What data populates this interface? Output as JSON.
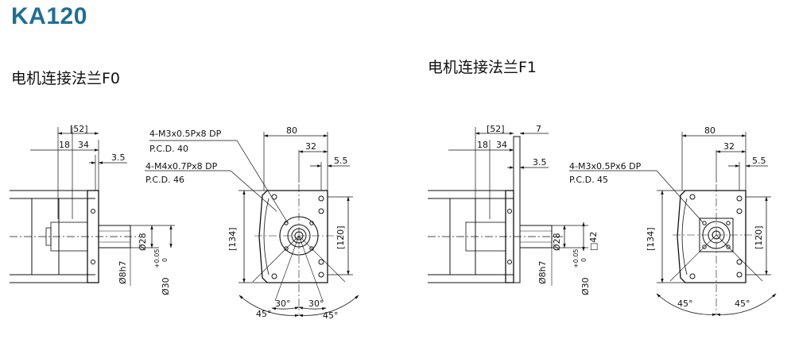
{
  "title": "KA120",
  "f0": {
    "heading": "电机连接法兰F0",
    "dim_52": "[52]",
    "dim_18": "18",
    "dim_34": "34",
    "dim_3_5": "3.5",
    "dim_d28": "Ø28",
    "dim_d8h7": "Ø8h7",
    "dim_d30": "Ø30",
    "tol_plus": "+0.05",
    "tol_zero": "0",
    "note1_a": "4-M3x0.5Px8 DP",
    "note1_b": "P.C.D. 40",
    "note2_a": "4-M4x0.7Px8 DP",
    "note2_b": "P.C.D. 46",
    "dim_80": "80",
    "dim_32": "32",
    "dim_5_5": "5.5",
    "dim_134": "[134]",
    "dim_120": "[120]",
    "ang_30_left": "30°",
    "ang_30_right": "30°",
    "ang_45_left": "45°",
    "ang_45_right": "45°"
  },
  "f1": {
    "heading": "电机连接法兰F1",
    "dim_52": "[52]",
    "dim_7": "7",
    "dim_18": "18",
    "dim_34": "34",
    "dim_3_5": "3.5",
    "dim_d28": "Ø28",
    "dim_sq42": "□42",
    "dim_d8h7": "Ø8h7",
    "dim_d30": "Ø30",
    "tol_plus": "+0.05",
    "tol_zero": "0",
    "note1_a": "4-M3x0.5Px6 DP",
    "note1_b": "P.C.D. 45",
    "dim_80": "80",
    "dim_32": "32",
    "dim_5_5": "5.5",
    "dim_134": "[134]",
    "dim_120": "[120]",
    "ang_45_left": "45°",
    "ang_45_right": "45°"
  }
}
